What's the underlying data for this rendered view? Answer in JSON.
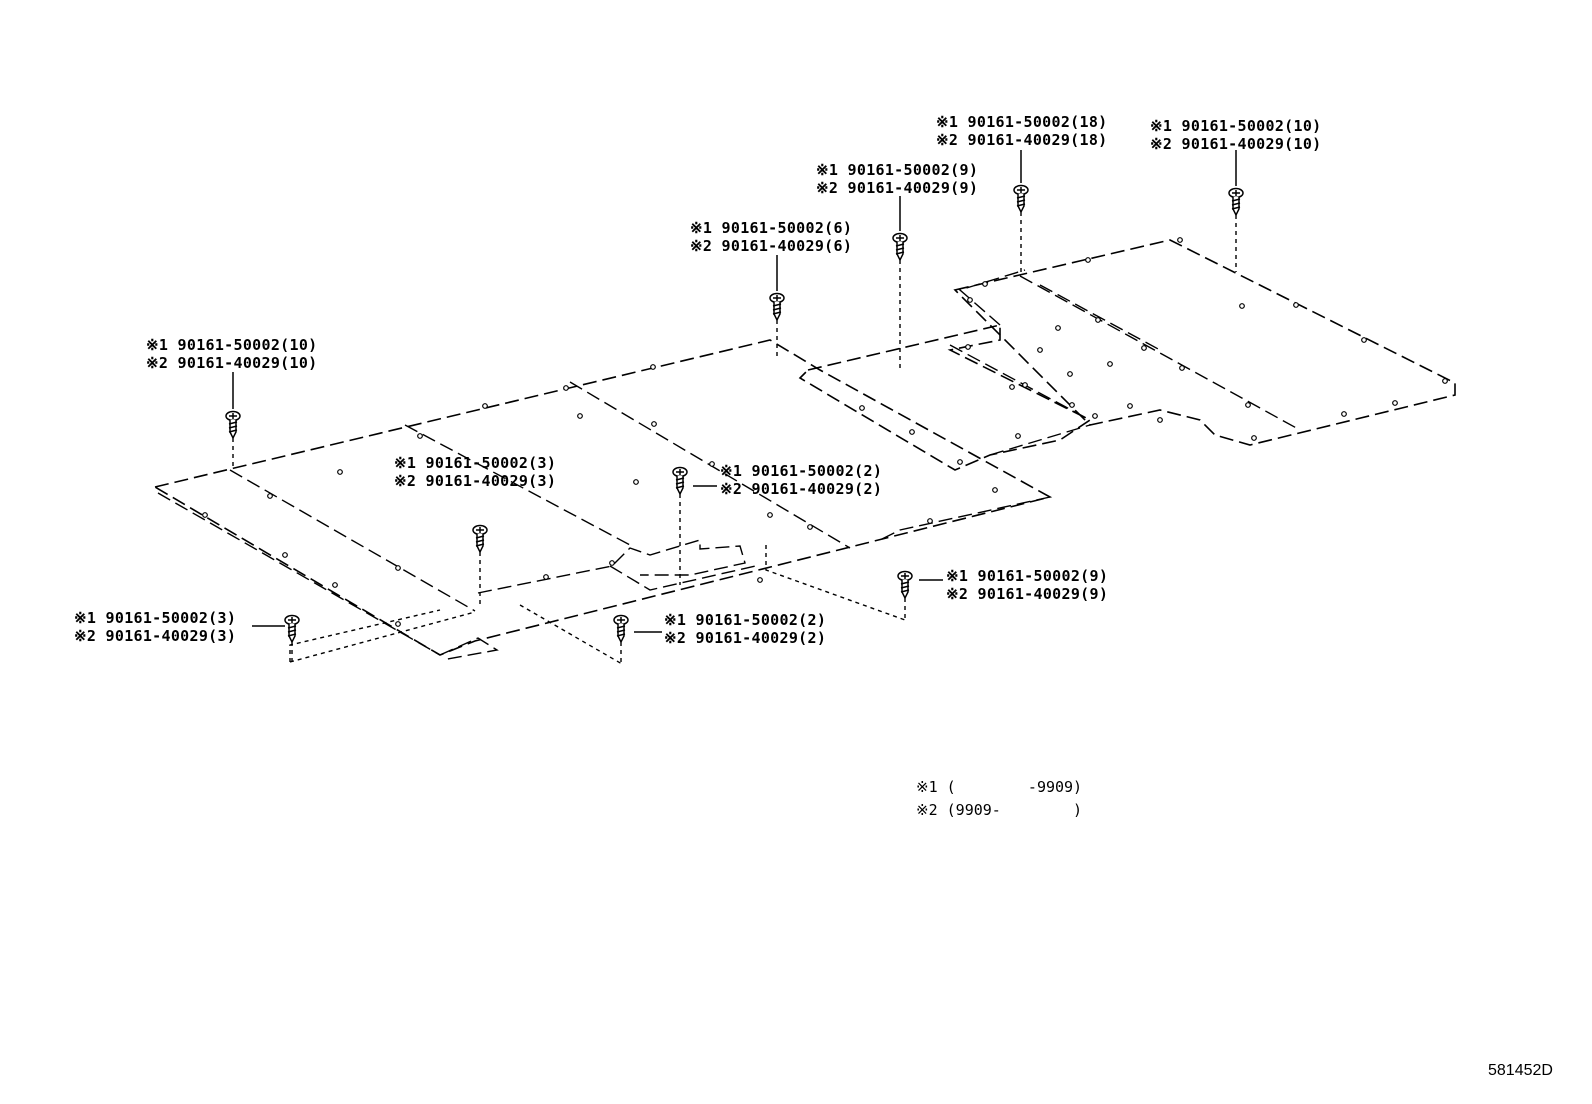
{
  "callouts": [
    {
      "l1": "※1 90161-50002(18)",
      "l2": "※2 90161-40029(18)"
    },
    {
      "l1": "※1 90161-50002(10)",
      "l2": "※2 90161-40029(10)"
    },
    {
      "l1": "※1 90161-50002(9)",
      "l2": "※2 90161-40029(9)"
    },
    {
      "l1": "※1 90161-50002(6)",
      "l2": "※2 90161-40029(6)"
    },
    {
      "l1": "※1 90161-50002(10)",
      "l2": "※2 90161-40029(10)"
    },
    {
      "l1": "※1 90161-50002(3)",
      "l2": "※2 90161-40029(3)"
    },
    {
      "l1": "※1 90161-50002(2)",
      "l2": "※2 90161-40029(2)"
    },
    {
      "l1": "※1 90161-50002(9)",
      "l2": "※2 90161-40029(9)"
    },
    {
      "l1": "※1 90161-50002(3)",
      "l2": "※2 90161-40029(3)"
    },
    {
      "l1": "※1 90161-50002(2)",
      "l2": "※2 90161-40029(2)"
    }
  ],
  "legend": {
    "note1": "※1 (        -9909)",
    "note2": "※2 (9909-        )"
  },
  "figure_id": "581452D"
}
